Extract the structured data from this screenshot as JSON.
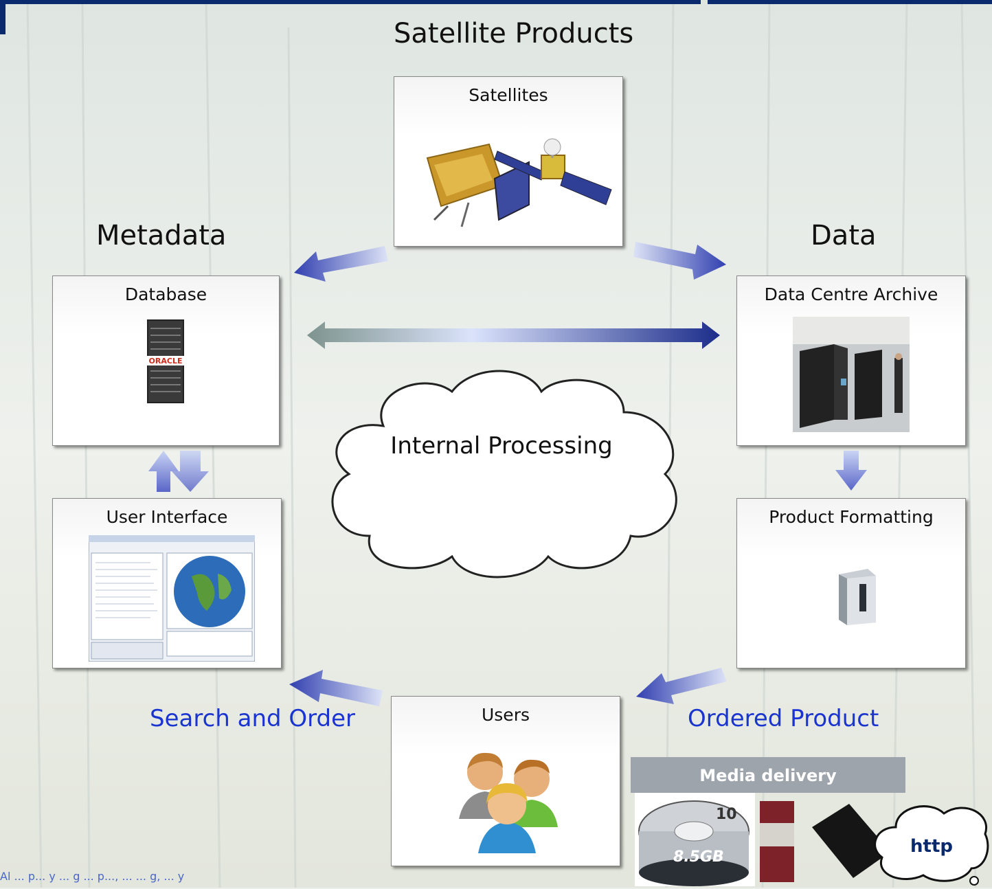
{
  "title": "Satellite Products",
  "sections": {
    "metadata": "Metadata",
    "data": "Data"
  },
  "boxes": {
    "satellites": "Satellites",
    "database": "Database",
    "database_logo": "ORACLE",
    "archive": "Data Centre Archive",
    "user_interface": "User Interface",
    "product_formatting": "Product Formatting",
    "users": "Users"
  },
  "cloud": "Internal Processing",
  "flows": {
    "search_order": "Search and Order",
    "ordered_product": "Ordered Product"
  },
  "media": {
    "label": "Media delivery",
    "dvd_text": "8.5GB",
    "dvd_pack": "10",
    "http": "http"
  },
  "footer": "Al          ... p... y ... g ... p..., ... ... g, ... y",
  "colors": {
    "accent_blue": "#1a34d0",
    "arrow_dark": "#2f3fae",
    "arrow_light": "#c9d4f4",
    "header_bar": "#0b2a6e",
    "media_bar": "#9ea4ab"
  }
}
